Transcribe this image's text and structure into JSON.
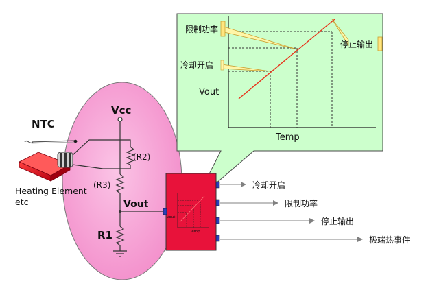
{
  "labels": {
    "ntc": "NTC",
    "vcc": "Vcc",
    "r2": "(R2)",
    "r3": "(R3)",
    "vout_main": "Vout",
    "r1": "R1",
    "heating_line1": "Heating Element",
    "heating_line2": "etc",
    "chart_vout": "Vout",
    "chart_temp": "Temp",
    "mini_vout": "Vout",
    "mini_temp": "Temp",
    "callout_power_limit": "限制功率",
    "callout_cooling_on": "冷却开启",
    "callout_stop_output": "停止输出"
  },
  "outputs": [
    {
      "label": "冷却开启"
    },
    {
      "label": "限制功率"
    },
    {
      "label": "停止输出"
    },
    {
      "label": "极端热事件"
    }
  ],
  "colors": {
    "pink_oval": "#f7a8d6",
    "green_panel": "#ccffcc",
    "red_block": "#e8123a",
    "chart_line": "#e8341c",
    "callout_box": "#fffacc",
    "callout_box_border": "#e8c040",
    "port_blue": "#2b3fb8"
  },
  "icons": {
    "ntc_probe": "ntc-probe-icon",
    "heating_element": "heating-element-icon",
    "sensor": "sensor-icon",
    "ground": "ground-icon"
  }
}
